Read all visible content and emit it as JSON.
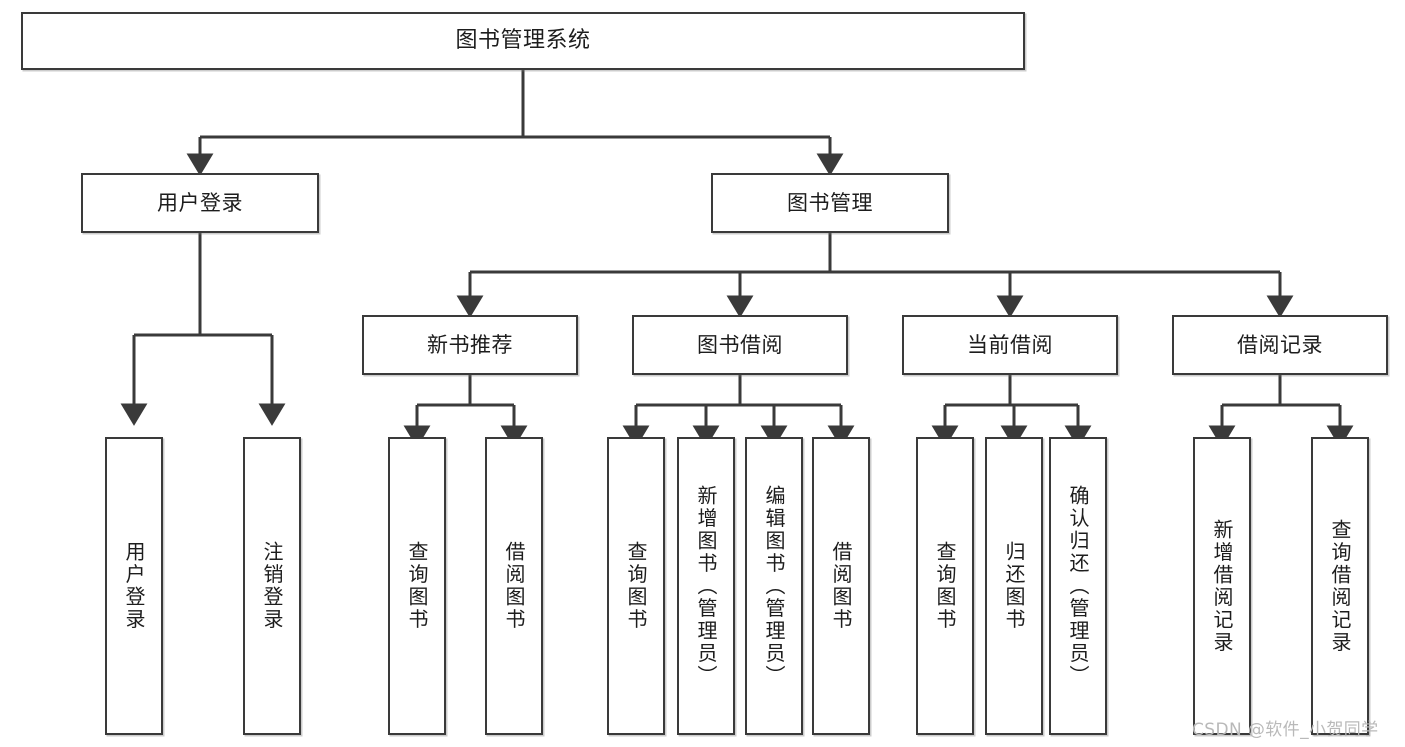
{
  "diagram": {
    "title": "图书管理系统",
    "watermark": "CSDN @软件_小贺同学",
    "colors": {
      "box_border": "#3a3a3a",
      "box_fill": "#ffffff",
      "edge": "#3a3a3a",
      "text": "#1d1d1d",
      "watermark": "#b9b9b9"
    },
    "nodes": {
      "root": {
        "label": "图书管理系统"
      },
      "level2": [
        {
          "label": "用户登录"
        },
        {
          "label": "图书管理"
        }
      ],
      "level3": [
        {
          "label": "新书推荐"
        },
        {
          "label": "图书借阅"
        },
        {
          "label": "当前借阅"
        },
        {
          "label": "借阅记录"
        }
      ],
      "leaves": {
        "user_login": [
          {
            "label": "用户登录"
          },
          {
            "label": "注销登录"
          }
        ],
        "new_book_recommend": [
          {
            "label": "查询图书"
          },
          {
            "label": "借阅图书"
          }
        ],
        "book_borrow": [
          {
            "label": "查询图书"
          },
          {
            "label": "新增图书（管理员）"
          },
          {
            "label": "编辑图书（管理员）"
          },
          {
            "label": "借阅图书"
          }
        ],
        "current_borrow": [
          {
            "label": "查询图书"
          },
          {
            "label": "归还图书"
          },
          {
            "label": "确认归还（管理员）"
          }
        ],
        "borrow_record": [
          {
            "label": "新增借阅记录"
          },
          {
            "label": "查询借阅记录"
          }
        ]
      }
    }
  }
}
